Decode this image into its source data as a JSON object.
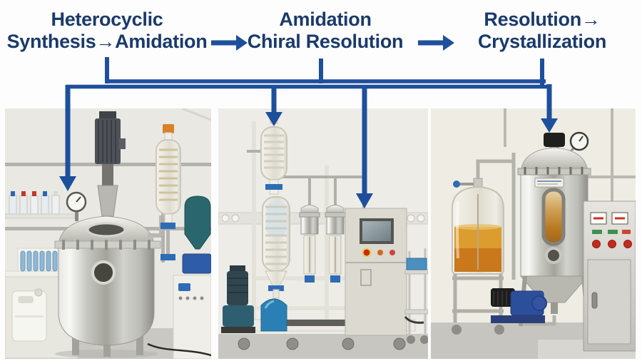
{
  "figure": {
    "stages": [
      {
        "line1": "Heterocyclic",
        "line2": "Synthesis→Amidation"
      },
      {
        "line1": "Amidation",
        "line2": "Chiral Resolution"
      },
      {
        "line1": "Resolution→",
        "line2": "Crystallization"
      }
    ]
  },
  "colors": {
    "stage_text": "#1b3a6b",
    "connector_blue": "#1e4f9c",
    "background": "#fdfdfd"
  },
  "photos": [
    {
      "name": "heterocyclic-synthesis-reactor-photo"
    },
    {
      "name": "chiral-resolution-glass-column-skid-photo"
    },
    {
      "name": "crystallization-tank-system-photo"
    }
  ]
}
